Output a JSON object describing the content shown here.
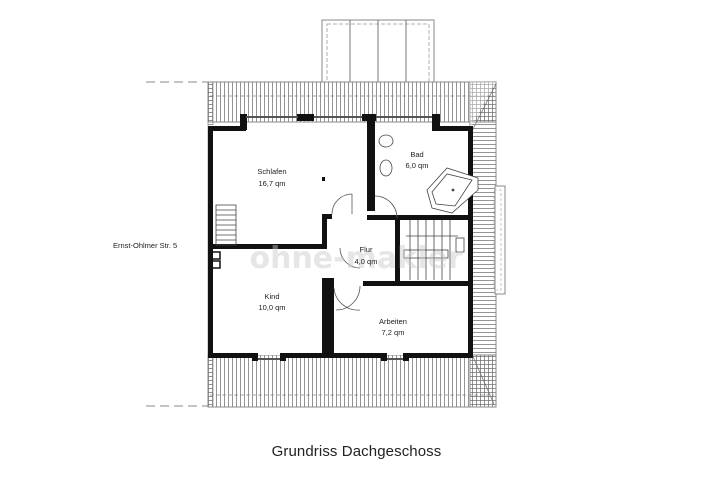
{
  "drawing": {
    "title": "Grundriss Dachgeschoss",
    "street_label": "Ernst-Ohlmer Str. 5",
    "watermark": "ohne-makler",
    "rooms": [
      {
        "name": "Schlafen",
        "area": "16,7 qm"
      },
      {
        "name": "Bad",
        "area": "6,0 qm"
      },
      {
        "name": "Flur",
        "area": "4,0 qm"
      },
      {
        "name": "Kind",
        "area": "10,0 qm"
      },
      {
        "name": "Arbeiten",
        "area": "7,2 qm"
      }
    ]
  },
  "colors": {
    "wall": "#111111",
    "roof_hatch": "#555555",
    "background": "#ffffff",
    "text": "#222222"
  }
}
